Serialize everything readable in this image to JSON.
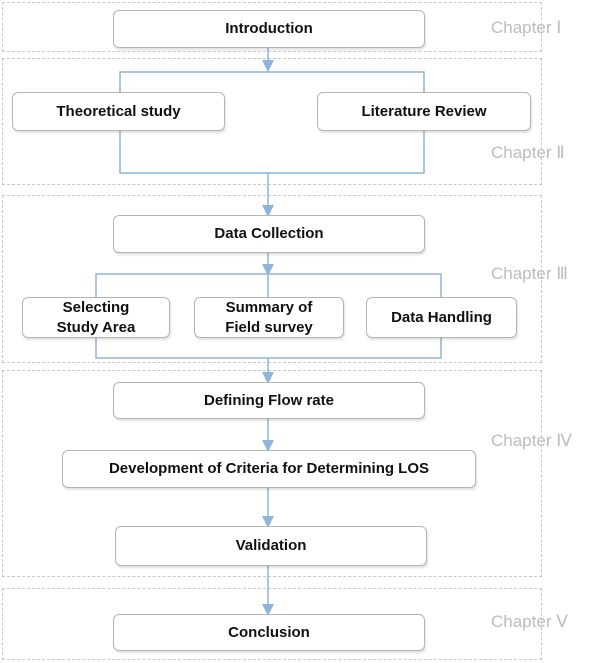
{
  "colors": {
    "connector": "#8fb4dc",
    "box_border": "#b5b5b5",
    "chapter_text": "#bcbcbc"
  },
  "chapters": {
    "c1": "Chapter Ⅰ",
    "c2": "Chapter Ⅱ",
    "c3": "Chapter Ⅲ",
    "c4": "Chapter Ⅳ",
    "c5": "Chapter Ⅴ"
  },
  "boxes": {
    "introduction": "Introduction",
    "theoretical_study": "Theoretical study",
    "literature_review": "Literature Review",
    "data_collection": "Data Collection",
    "selecting_study_area": "Selecting Study Area",
    "summary_field_survey": "Summary of Field survey",
    "data_handling": "Data Handling",
    "defining_flow_rate": "Defining Flow rate",
    "development_criteria": "Development of Criteria for Determining LOS",
    "validation": "Validation",
    "conclusion": "Conclusion"
  }
}
